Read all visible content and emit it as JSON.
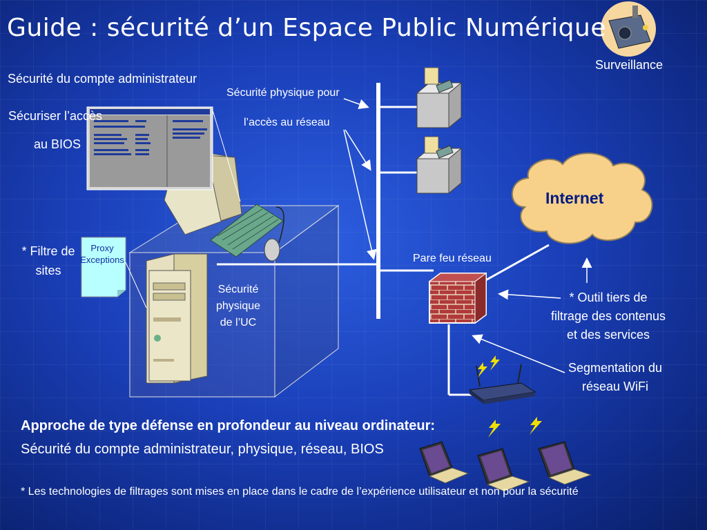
{
  "title": "Guide : sécurité d’un Espace Public Numérique",
  "surveillance_label": "Surveillance",
  "admin_security": "Sécurité du compte administrateur",
  "bios_line1": "Sécuriser l’accès",
  "bios_line2": "au BIOS",
  "physical_net_line1": "Sécurité physique pour",
  "physical_net_line2": "l’accès au réseau",
  "site_filter_line1": "* Filtre de",
  "site_filter_line2": "sites",
  "proxy_line1": "Proxy",
  "proxy_line2": "Exceptions",
  "uc_line1": "Sécurité",
  "uc_line2": "physique",
  "uc_line3": "de l’UC",
  "firewall_label": "Pare feu réseau",
  "internet_label": "Internet",
  "tool_line1": "* Outil tiers de",
  "tool_line2": "filtrage des contenus",
  "tool_line3": "et des services",
  "wifi_line1": "Segmentation du",
  "wifi_line2": "réseau WiFi",
  "approach_line1": "Approche de type défense en profondeur au niveau ordinateur:",
  "approach_line2": "Sécurité du compte administrateur, physique, réseau, BIOS",
  "footnote": "* Les technologies de filtrages sont mises en place dans le cadre de l’expérience utilisateur et non pour la sécurité",
  "colors": {
    "accent_line": "#ffffff",
    "cloud": "#f7d08a",
    "internet_text": "#001a80",
    "brick": "#a8323a"
  }
}
